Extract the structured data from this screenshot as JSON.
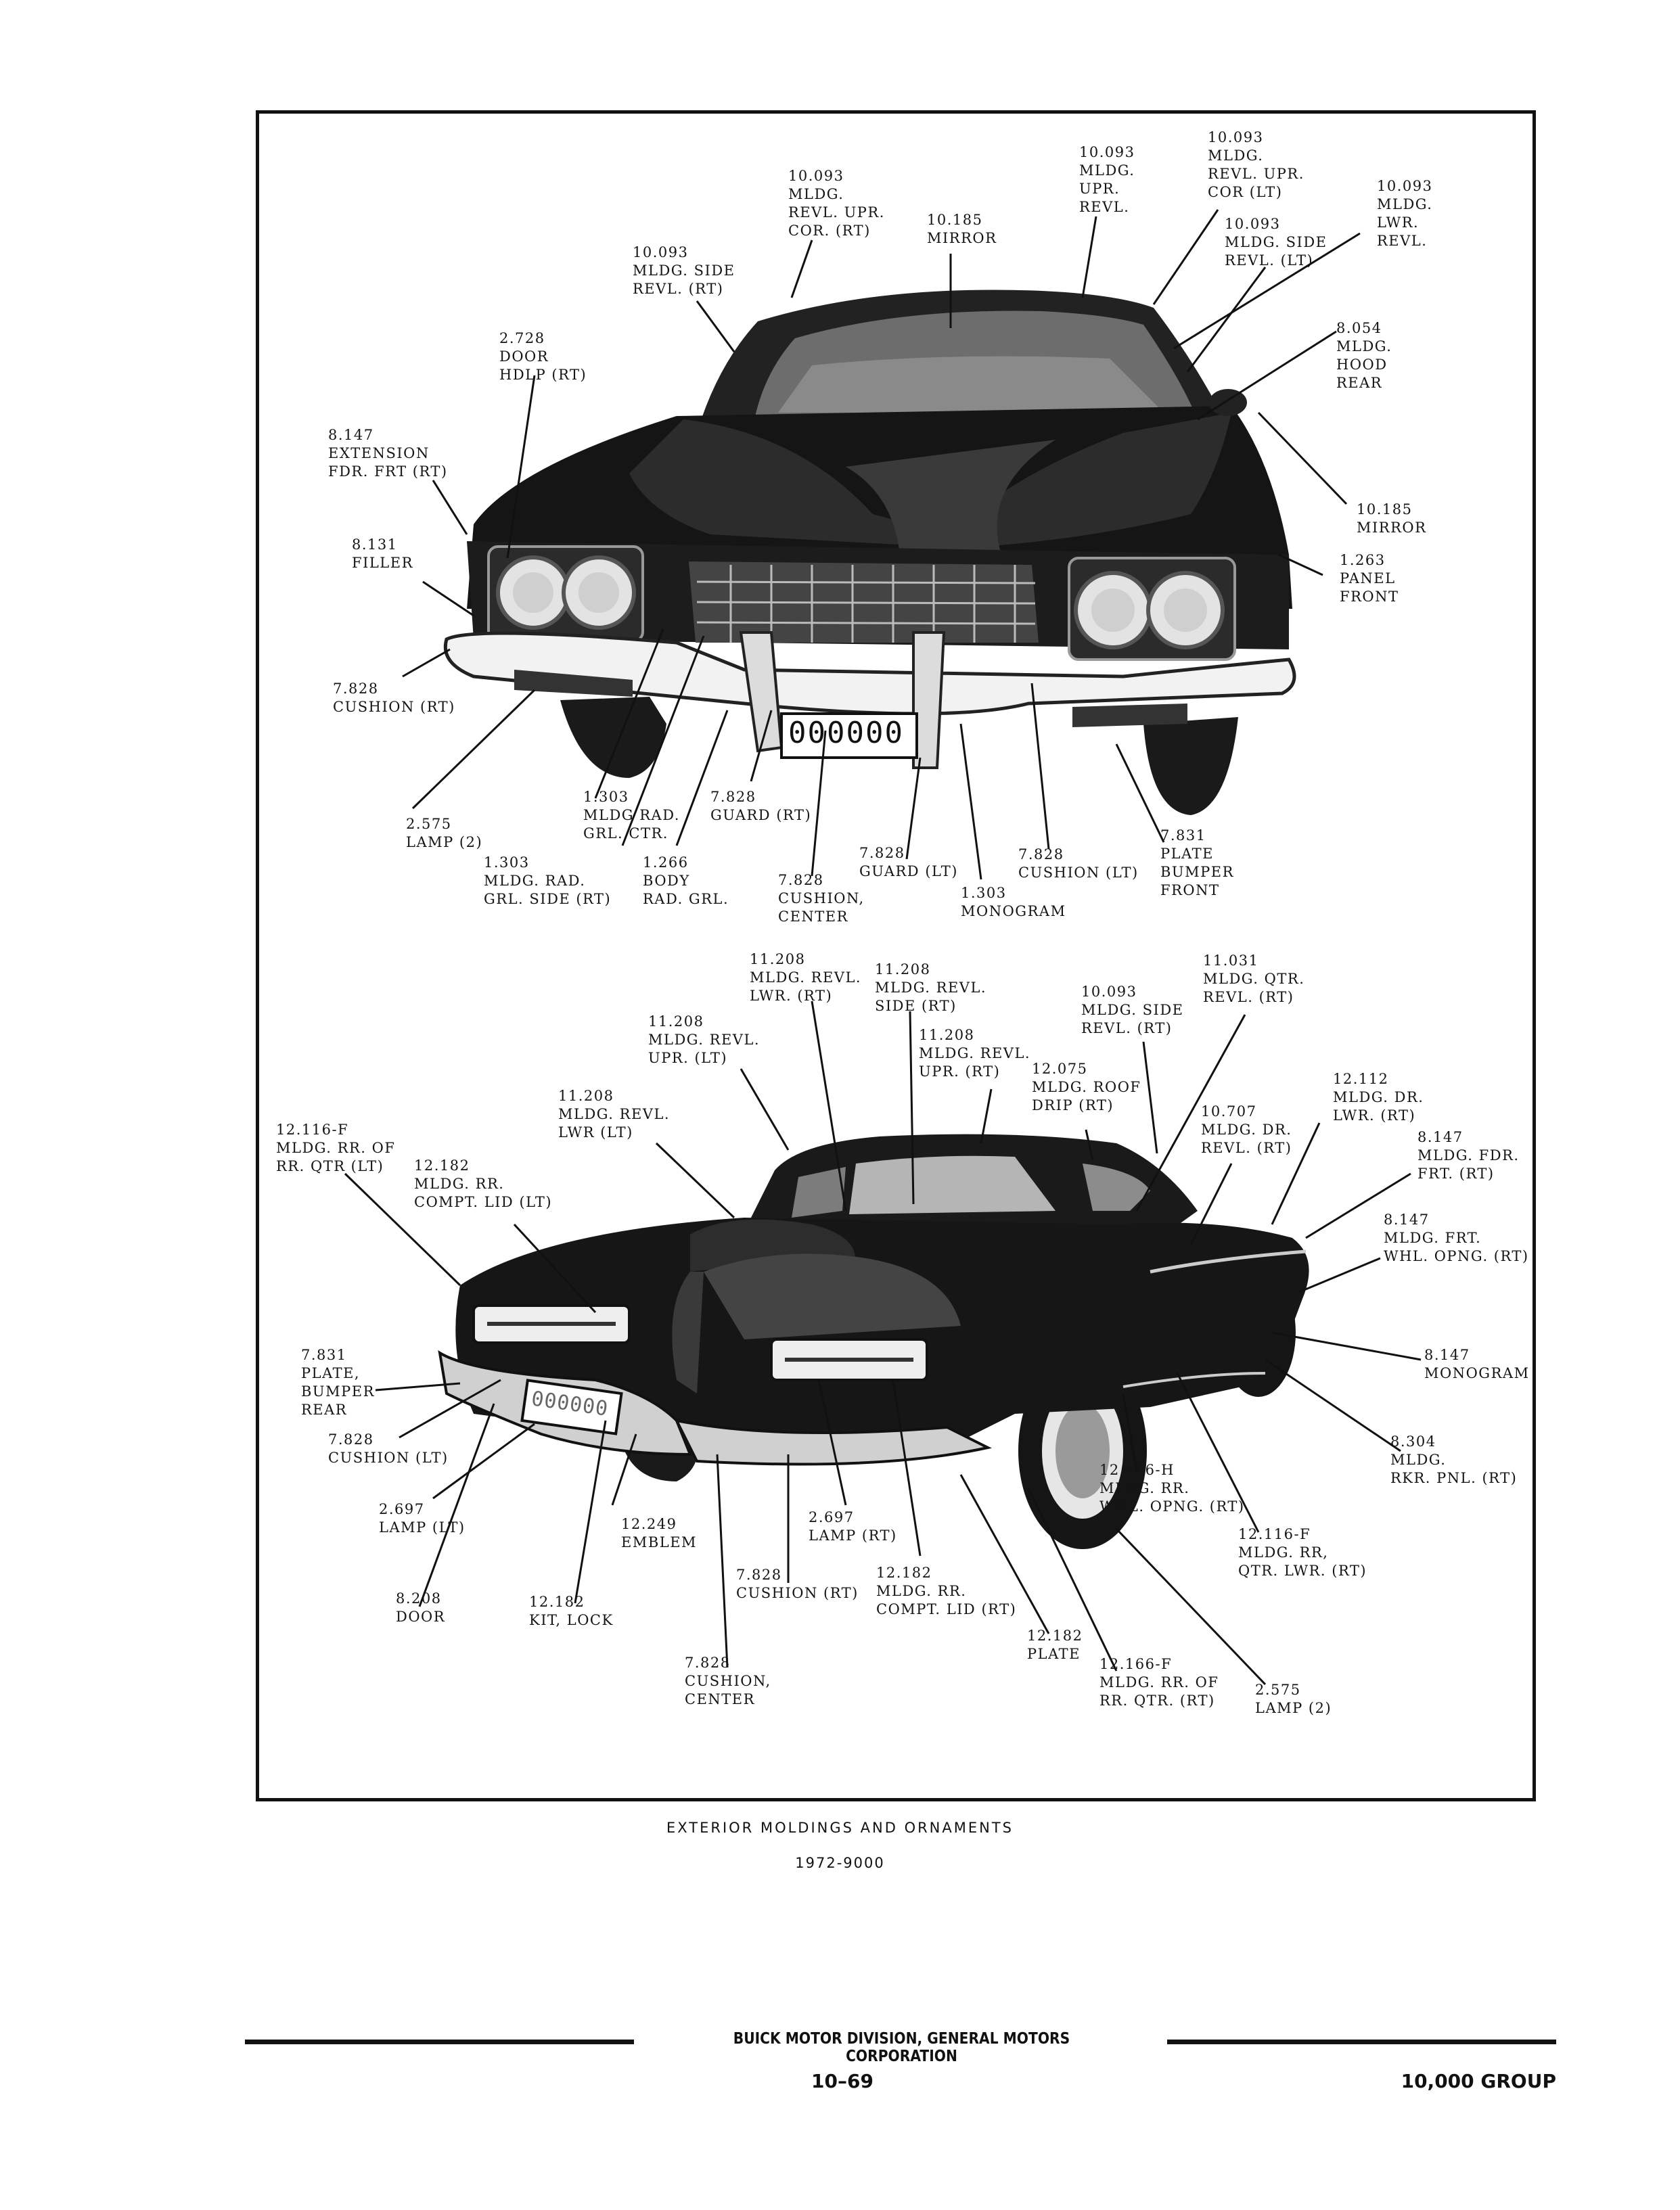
{
  "plate_front": "000000",
  "plate_rear": "000000",
  "front_labels": [
    "10.093\nMLDG.\nUPR.\nREVL.",
    "10.093\nMLDG.\nREVL. UPR.\nCOR (LT)",
    "10.093\nMLDG.\nLWR.\nREVL.",
    "10.093\nMLDG.\nREVL. UPR.\nCOR. (RT)",
    "10.185\nMIRROR",
    "10.093\nMLDG. SIDE\nREVL. (LT)",
    "10.093\nMLDG. SIDE\nREVL. (RT)",
    "2.728\nDOOR\nHDLP (RT)",
    "8.054\nMLDG.\nHOOD\nREAR",
    "8.147\nEXTENSION\nFDR. FRT (RT)",
    "10.185\nMIRROR",
    "8.131\nFILLER",
    "1.263\nPANEL\nFRONT",
    "7.828\nCUSHION (RT)",
    "2.575\nLAMP (2)",
    "1.303\nMLDG RAD.\nGRL. CTR.",
    "7.828\nGUARD (RT)",
    "1.303\nMLDG. RAD.\nGRL. SIDE (RT)",
    "1.266\nBODY\nRAD. GRL.",
    "7.828\nCUSHION,\nCENTER",
    "7.828\nGUARD (LT)",
    "1.303\nMONOGRAM",
    "7.828\nCUSHION (LT)",
    "7.831\nPLATE\nBUMPER\nFRONT"
  ],
  "rear_labels": [
    "11.208\nMLDG. REVL.\nLWR. (RT)",
    "11.208\nMLDG. REVL.\nSIDE (RT)",
    "11.031\nMLDG. QTR.\nREVL. (RT)",
    "10.093\nMLDG. SIDE\nREVL. (RT)",
    "11.208\nMLDG. REVL.\nUPR. (LT)",
    "11.208\nMLDG. REVL.\nUPR. (RT)",
    "12.075\nMLDG. ROOF\nDRIP (RT)",
    "12.112\nMLDG. DR.\nLWR. (RT)",
    "11.208\nMLDG. REVL.\nLWR (LT)",
    "10.707\nMLDG. DR.\nREVL. (RT)",
    "8.147\nMLDG. FDR.\nFRT. (RT)",
    "12.116-F\nMLDG. RR. OF\nRR. QTR (LT)",
    "12.182\nMLDG. RR.\nCOMPT. LID (LT)",
    "8.147\nMLDG. FRT.\nWHL. OPNG. (RT)",
    "7.831\nPLATE,\nBUMPER\nREAR",
    "8.147\nMONOGRAM",
    "7.828\nCUSHION (LT)",
    "8.304\nMLDG.\nRKR. PNL. (RT)",
    "12.116-H\nMLDG. RR.\nWHL. OPNG. (RT)",
    "2.697\nLAMP (LT)",
    "12.249\nEMBLEM",
    "2.697\nLAMP (RT)",
    "12.116-F\nMLDG. RR,\nQTR. LWR. (RT)",
    "7.828\nCUSHION (RT)",
    "12.182\nMLDG. RR.\nCOMPT. LID (RT)",
    "8.208\nDOOR",
    "12.182\nKIT, LOCK",
    "12.182\nPLATE",
    "12.166-F\nMLDG. RR. OF\nRR. QTR. (RT)",
    "2.575\nLAMP (2)",
    "7.828\nCUSHION,\nCENTER"
  ],
  "caption": {
    "title": "EXTERIOR MOLDINGS AND ORNAMENTS",
    "model": "1972-9000"
  },
  "footer": {
    "division": "BUICK MOTOR DIVISION, GENERAL MOTORS CORPORATION",
    "page": "10–69",
    "group": "10,000 GROUP"
  }
}
